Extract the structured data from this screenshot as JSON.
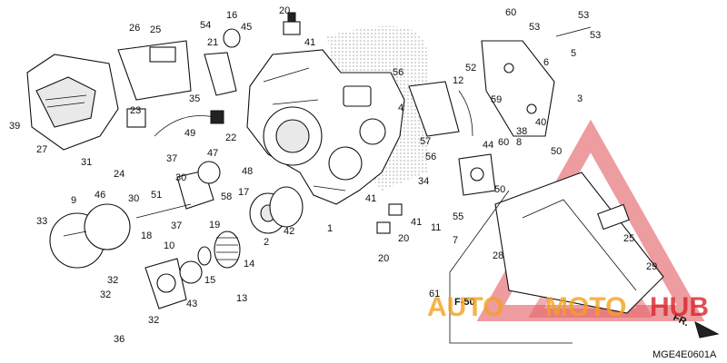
{
  "diagram_code": "MGE4E0601A",
  "section_ref": "F-50",
  "direction_label": "FR.",
  "watermark": {
    "left": "AUTO",
    "right": "MOTO",
    "tail": "HUB",
    "color_red": "#d9242b",
    "color_orange": "#f4a11d"
  },
  "part_numbers": [
    "1",
    "2",
    "3",
    "4",
    "5",
    "6",
    "7",
    "8",
    "9",
    "10",
    "11",
    "12",
    "13",
    "14",
    "15",
    "16",
    "17",
    "18",
    "19",
    "20",
    "21",
    "22",
    "23",
    "24",
    "25",
    "26",
    "27",
    "28",
    "29",
    "30",
    "31",
    "32",
    "33",
    "34",
    "35",
    "36",
    "37",
    "38",
    "39",
    "40",
    "41",
    "42",
    "43",
    "44",
    "45",
    "46",
    "47",
    "48",
    "49",
    "50",
    "51",
    "52",
    "53",
    "54",
    "55",
    "56",
    "57",
    "58",
    "59",
    "60",
    "61"
  ]
}
